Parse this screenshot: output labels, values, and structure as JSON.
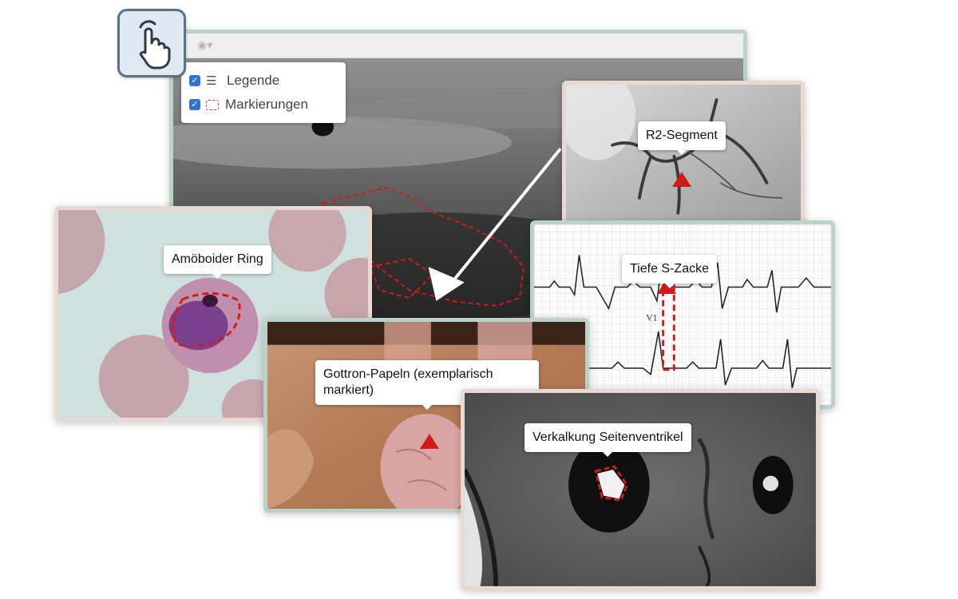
{
  "touch_button": {
    "icon": "touch-hand-icon"
  },
  "viewer": {
    "toolbar": {
      "eye_icon": "eye-icon"
    },
    "legend": {
      "items": [
        {
          "label": "Legende",
          "checked": true,
          "icon": "list-icon"
        },
        {
          "label": "Markierungen",
          "checked": true,
          "icon": "dashed-rectangle-icon"
        }
      ]
    }
  },
  "cards": {
    "angiogram": {
      "label": "R2-Segment"
    },
    "ecg": {
      "label": "Tiefe S-Zacke",
      "lead": "V1"
    },
    "smear": {
      "label": "Amöboider Ring"
    },
    "skin": {
      "label": "Gottron-Papeln (exemplarisch markiert)"
    },
    "mri": {
      "label": "Verkalkung Seitenventrikel"
    }
  },
  "colors": {
    "accent_green": "#bcd2c9",
    "accent_pink": "#ead8d3",
    "marker_red": "#d21a1a",
    "checkbox_blue": "#2f74d0"
  }
}
